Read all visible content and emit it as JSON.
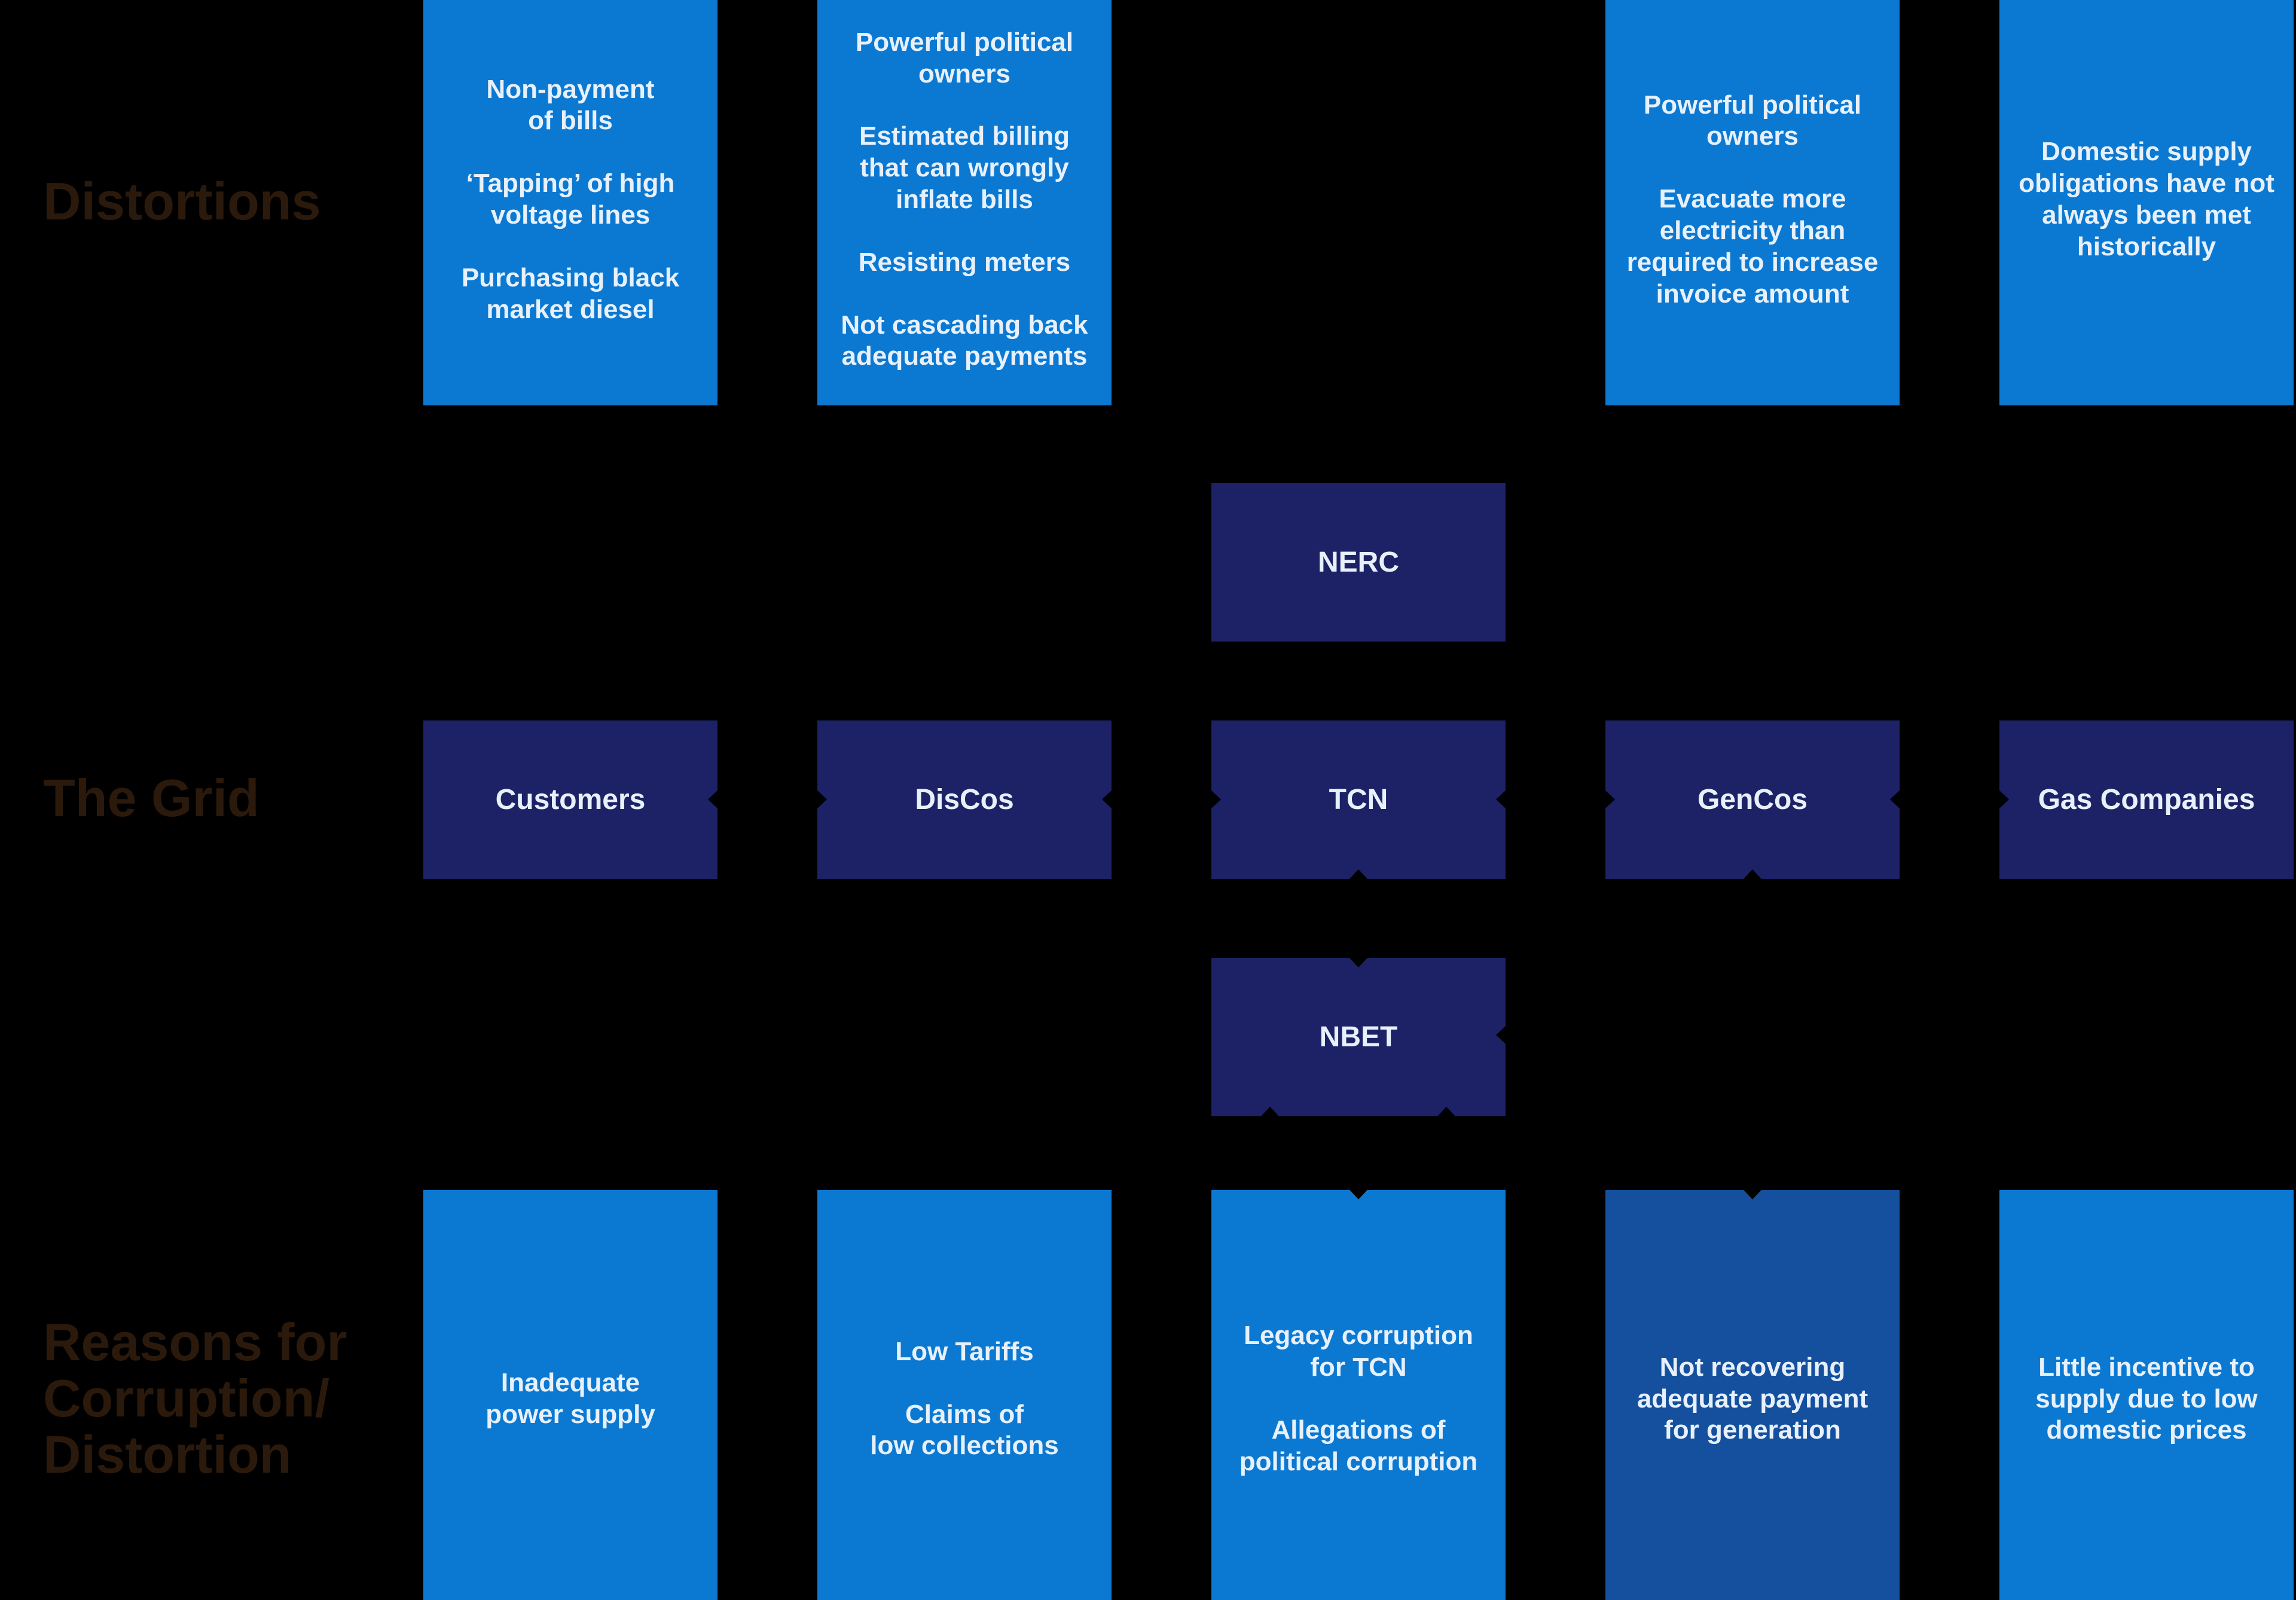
{
  "colors": {
    "background": "#000000",
    "light_blue_box": "#0b79d2",
    "navy_box": "#1c2265",
    "dark_blue_box": "#14509e",
    "row_label_brown": "#2b1a0c",
    "box_text": "#e7f0fb"
  },
  "row_labels": {
    "distortions": "Distortions",
    "grid": "The Grid",
    "reasons": "Reasons for\nCorruption/\nDistortion"
  },
  "distortion_boxes": [
    {
      "paragraphs": [
        "Non-payment\nof bills",
        "‘Tapping’ of high\nvoltage lines",
        "Purchasing black\nmarket diesel"
      ]
    },
    {
      "paragraphs": [
        "Powerful political\nowners",
        "Estimated billing\nthat can wrongly\ninflate bills",
        "Resisting meters",
        "Not cascading back\nadequate payments"
      ]
    },
    {
      "paragraphs": [
        "Powerful political\nowners",
        "Evacuate more\nelectricity than\nrequired to increase\ninvoice amount"
      ]
    },
    {
      "paragraphs": [
        "Domestic supply\nobligations have not\nalways been met\nhistorically"
      ]
    }
  ],
  "grid_boxes": [
    {
      "label": "Customers"
    },
    {
      "label": "DisCos"
    },
    {
      "label": "TCN"
    },
    {
      "label": "GenCos"
    },
    {
      "label": "Gas Companies"
    }
  ],
  "regulator_boxes": {
    "nerc": {
      "label": "NERC"
    },
    "nbet": {
      "label": "NBET"
    }
  },
  "reason_boxes": [
    {
      "paragraphs": [
        "Inadequate\npower supply"
      ]
    },
    {
      "paragraphs": [
        "Low Tariffs",
        "Claims of\nlow collections"
      ]
    },
    {
      "paragraphs": [
        "Legacy corruption\nfor TCN",
        "Allegations of\npolitical corruption"
      ]
    },
    {
      "paragraphs": [
        "Not recovering\nadequate payment\nfor generation"
      ]
    },
    {
      "paragraphs": [
        "Little incentive to\nsupply due to low\ndomestic prices"
      ]
    }
  ]
}
